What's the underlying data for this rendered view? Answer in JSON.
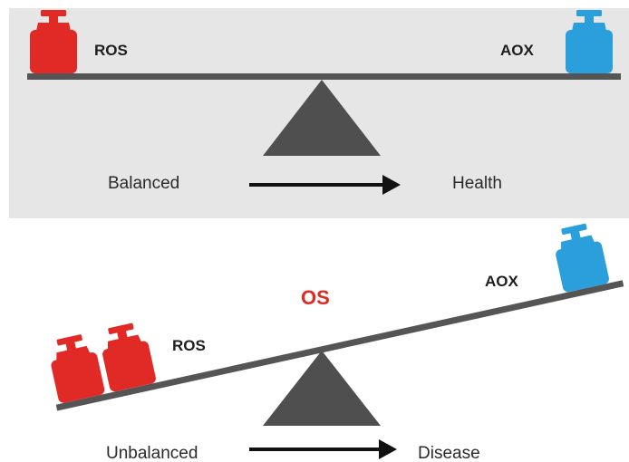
{
  "colors": {
    "ros": "#e12a26",
    "aox": "#2b9fdc",
    "os": "#e12a26",
    "beam": "#555555",
    "fulcrum": "#4f4f4f",
    "arrow": "#111111",
    "panel": "#e6e6e6"
  },
  "balanced_scene": {
    "left_weight_label": "ROS",
    "right_weight_label": "AOX",
    "state_label": "Balanced",
    "outcome_label": "Health"
  },
  "unbalanced_scene": {
    "center_label": "OS",
    "left_weight_label": "ROS",
    "right_weight_label": "AOX",
    "state_label": "Unbalanced",
    "outcome_label": "Disease"
  },
  "icons": {
    "weight": "weight-icon",
    "arrow": "arrow-right-icon",
    "fulcrum": "fulcrum-triangle-icon"
  }
}
